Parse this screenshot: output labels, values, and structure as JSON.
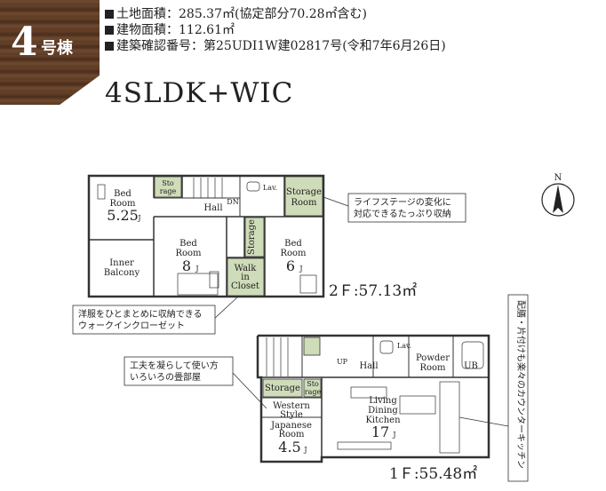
{
  "header": {
    "unit_number": "4",
    "unit_suffix": "号棟",
    "specs": [
      "土地面積：285.37㎡(協定部分70.28㎡含む)",
      "建物面積：112.61㎡",
      "建築確認番号：第25UDI1W建02817号(令和7年6月26日)"
    ],
    "layout_title": "4SLDK+WIC"
  },
  "floor2": {
    "area_label": "2Ｆ:57.13㎡",
    "rooms": {
      "bed_a": [
        "Bed",
        "Room"
      ],
      "bed_a_size": "5.25",
      "storage_small": [
        "Sto",
        "rage"
      ],
      "hall": "Hall",
      "dn": "DN",
      "lav": "Lav.",
      "storage_room": [
        "Storage",
        "Room"
      ],
      "bed_b": [
        "Bed",
        "Room"
      ],
      "bed_b_size": "8",
      "storage_v": "Storage",
      "bed_c": [
        "Bed",
        "Room"
      ],
      "bed_c_size": "6",
      "inner_balcony": [
        "Inner",
        "Balcony"
      ],
      "walk_in_closet": [
        "Walk",
        "in",
        "Closet"
      ],
      "size_unit": "J"
    },
    "callouts": {
      "storage_note": [
        "ライフステージの変化に",
        "対応できるたっぷり収納"
      ],
      "wic_note": [
        "洋服をひとまとめに収納できる",
        "ウォークインクローゼット"
      ]
    }
  },
  "floor1": {
    "area_label": "1Ｆ:55.48㎡",
    "rooms": {
      "up": "UP",
      "hall": "Hall",
      "lav": "Lav.",
      "powder_room": [
        "Powder",
        "Room"
      ],
      "ub": "UB",
      "storage": "Storage",
      "storage_small": [
        "Sto",
        "rage"
      ],
      "ldk": [
        "Living",
        "Dining",
        "Kitchen"
      ],
      "ldk_size": "17",
      "western": [
        "Western",
        "Style"
      ],
      "japanese": [
        "Japanese",
        "Room"
      ],
      "japanese_size": "4.5",
      "size_unit": "J"
    },
    "callouts": {
      "tatami_note": [
        "工夫を凝らして使い方",
        "いろいろの畳部屋"
      ],
      "kitchen_note": "配膳・片付けも楽々のカウンターキッチン"
    }
  },
  "compass": {
    "label": "N"
  },
  "colors": {
    "storage_fill": "#cfdcb9",
    "wood": "#5a3a24",
    "wall": "#333333"
  }
}
